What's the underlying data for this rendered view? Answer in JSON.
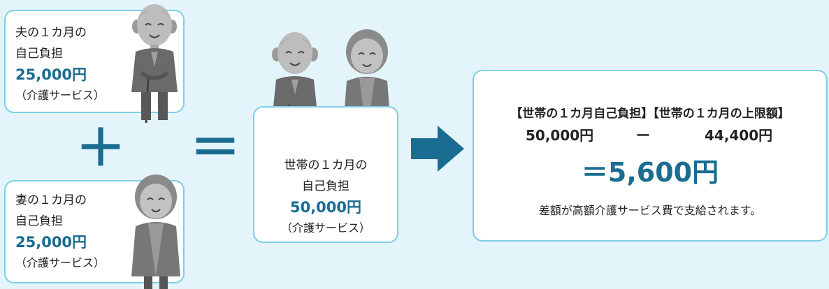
{
  "husband": {
    "line1": "夫の１カ月の",
    "line2": "自己負担",
    "amount": "25,000円",
    "note": "（介護サービス）"
  },
  "wife": {
    "line1": "妻の１カ月の",
    "line2": "自己負担",
    "amount": "25,000円",
    "note": "（介護サービス）"
  },
  "household": {
    "line1": "世帯の１カ月の",
    "line2": "自己負担",
    "amount": "50,000円",
    "note": "（介護サービス）"
  },
  "operators": {
    "plus": "＋",
    "equals": "＝"
  },
  "result": {
    "header": "【世帯の１カ月自己負担】【世帯の１カ月の上限額】",
    "value_a": "50,000円",
    "minus": "ー",
    "value_b": "44,400円",
    "total": "＝5,600円",
    "caption": "差額が高額介護サービス費で支給されます。"
  },
  "colors": {
    "background": "#e3f4fb",
    "card_border": "#7dcfe8",
    "accent": "#1a6c91",
    "operator": "#1a6c91",
    "arrow": "#1a6c91"
  },
  "icons": [
    "elderly-man-icon",
    "elderly-woman-icon",
    "arrow-right-icon"
  ]
}
